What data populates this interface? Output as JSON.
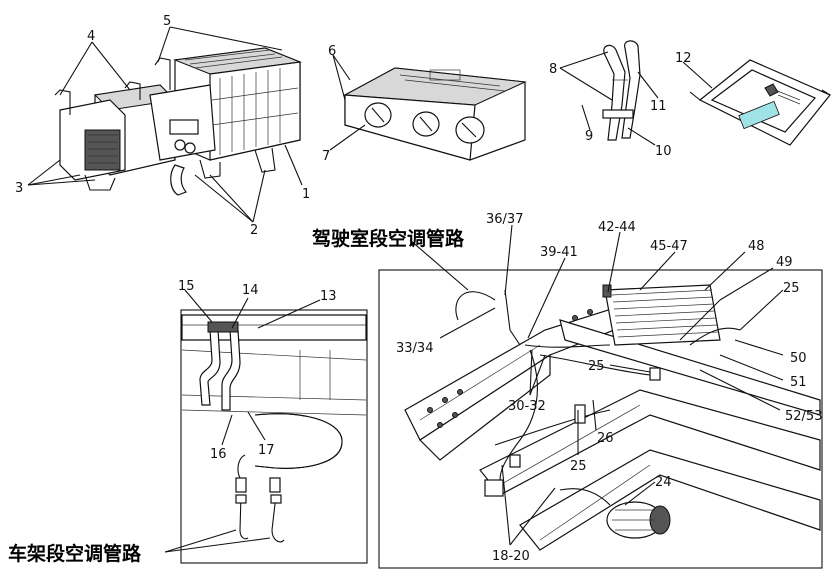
{
  "titles": {
    "cab_pipeline": "驾驶室段空调管路",
    "frame_pipeline": "车架段空调管路"
  },
  "callouts": {
    "c1": "1",
    "c2": "2",
    "c3": "3",
    "c4": "4",
    "c5": "5",
    "c6": "6",
    "c7": "7",
    "c8": "8",
    "c9": "9",
    "c10": "10",
    "c11": "11",
    "c12": "12",
    "c13": "13",
    "c14": "14",
    "c15": "15",
    "c16": "16",
    "c17": "17",
    "c18_20": "18-20",
    "c24": "24",
    "c25a": "25",
    "c25b": "25",
    "c25c": "25",
    "c26": "26",
    "c30_32": "30-32",
    "c33_34": "33/34",
    "c36_37": "36/37",
    "c39_41": "39-41",
    "c42_44": "42-44",
    "c45_47": "45-47",
    "c48": "48",
    "c49": "49",
    "c50": "50",
    "c51": "51",
    "c52_53": "52/53"
  }
}
